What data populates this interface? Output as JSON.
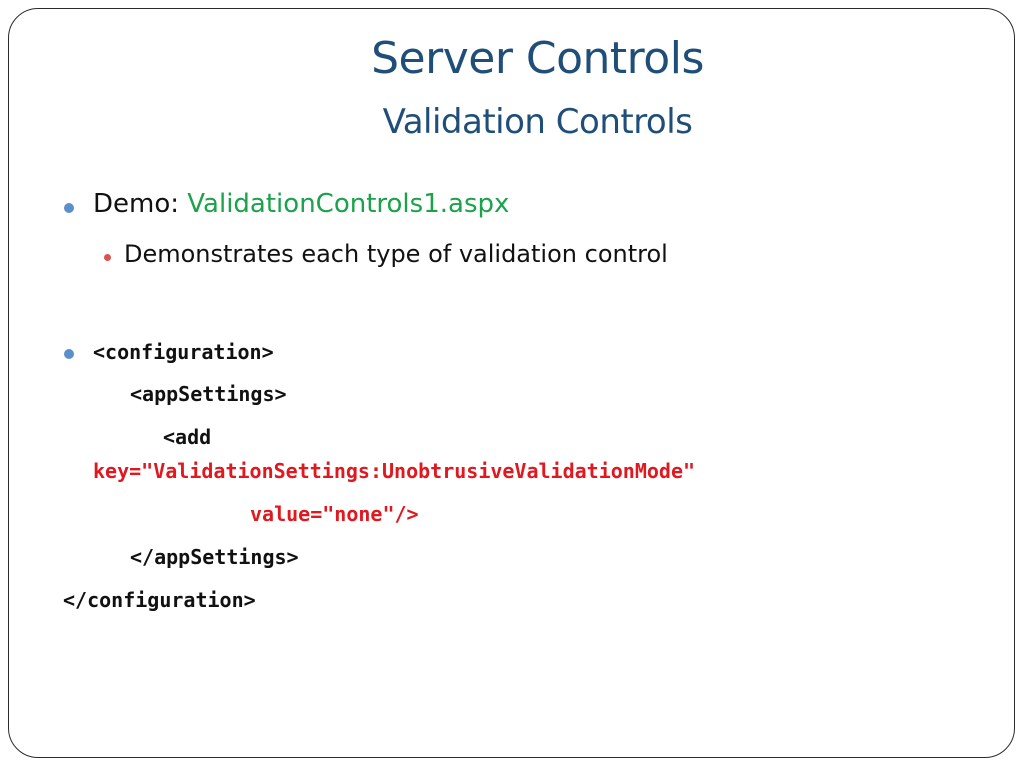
{
  "title": "Server Controls",
  "subtitle": "Validation Controls",
  "colors": {
    "title": "#1f4e79",
    "bullet_level1": "#5b8fc9",
    "bullet_level2": "#d9534f",
    "link_green": "#1aa34a",
    "code_red": "#e0181f"
  },
  "bullets": {
    "demo_label": "Demo: ",
    "demo_file": "ValidationControls1.aspx",
    "demo_sub": "Demonstrates each type of validation control"
  },
  "code": {
    "line1": "<configuration>",
    "line2": "<appSettings>",
    "line3": "<add",
    "line4": "key=\"ValidationSettings:UnobtrusiveValidationMode\"",
    "line5": "value=\"none\"/>",
    "line6": "</appSettings>",
    "line7": "</configuration>"
  }
}
